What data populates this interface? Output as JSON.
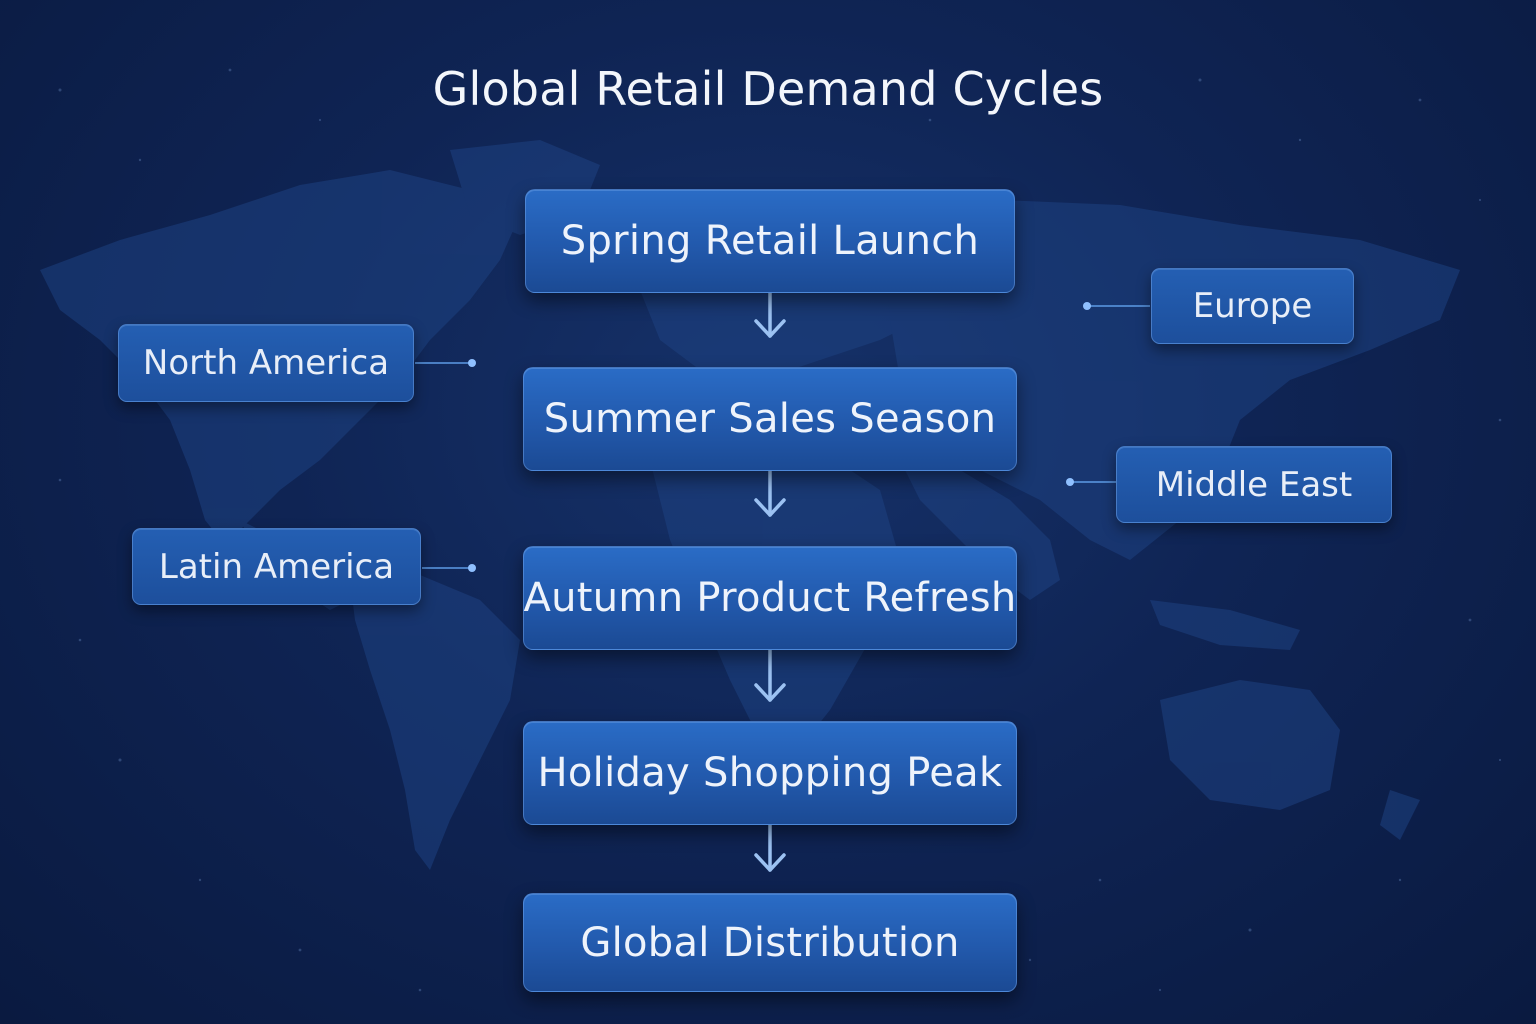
{
  "title": "Global Retail Demand Cycles",
  "flow": [
    {
      "label": "Spring Retail Launch"
    },
    {
      "label": "Summer Sales Season"
    },
    {
      "label": "Autumn Product Refresh"
    },
    {
      "label": "Holiday Shopping Peak"
    },
    {
      "label": "Global Distribution"
    }
  ],
  "regions": [
    {
      "label": "North America"
    },
    {
      "label": "Latin America"
    },
    {
      "label": "Europe"
    },
    {
      "label": "Middle East"
    }
  ],
  "colors": {
    "background": "#0f2454",
    "node_fill": "#2259ac",
    "connector": "#5d9be6",
    "text": "#eef3fb"
  }
}
